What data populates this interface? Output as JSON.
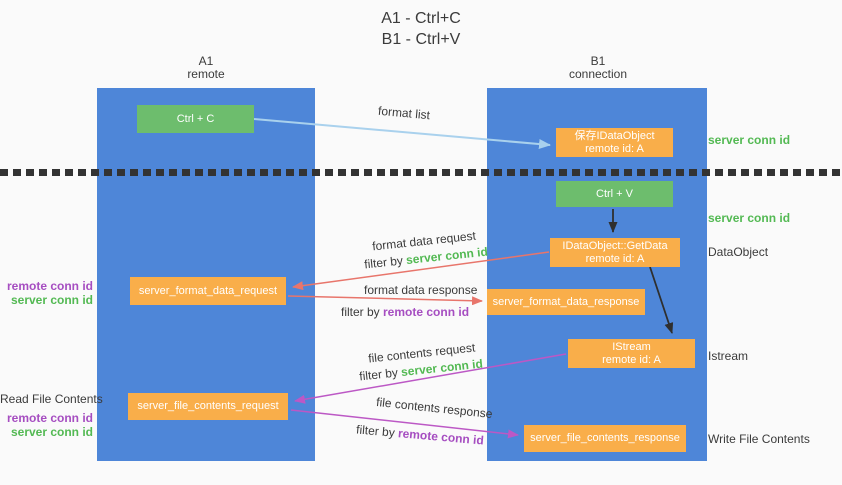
{
  "title": {
    "line1": "A1 - Ctrl+C",
    "line2": "B1 - Ctrl+V"
  },
  "columns": {
    "left": {
      "title": "A1",
      "subtitle": "remote"
    },
    "right": {
      "title": "B1",
      "subtitle": "connection"
    }
  },
  "nodes": {
    "ctrl_c": {
      "label": "Ctrl + C"
    },
    "ctrl_v": {
      "label": "Ctrl + V"
    },
    "save_dataobject": {
      "line1": "保存IDataObject",
      "line2": "remote id: A"
    },
    "getdata": {
      "line1": "IDataObject::GetData",
      "line2": "remote id: A"
    },
    "istream": {
      "line1": "IStream",
      "line2": "remote id: A"
    },
    "server_format_data_request": {
      "label": "server_format_data_request"
    },
    "server_format_data_response": {
      "label": "server_format_data_response"
    },
    "server_file_contents_request": {
      "label": "server_file_contents_request"
    },
    "server_file_contents_response": {
      "label": "server_file_contents_response"
    }
  },
  "edge_labels": {
    "format_list": "format list",
    "format_data_request": "format data request",
    "format_data_response": "format data response",
    "file_contents_request": "file contents request",
    "file_contents_response": "file contents response",
    "filter_by": "filter by ",
    "server_conn_id": "server conn id",
    "remote_conn_id": "remote conn id"
  },
  "annotations": {
    "server_conn_id": "server conn id",
    "remote_conn_id": "remote conn id",
    "dataobject": "DataObject",
    "istream": "Istream",
    "read_file_contents": "Read File Contents",
    "write_file_contents": "Write File Contents"
  },
  "colors": {
    "column_blue": "#4e86d8",
    "node_orange": "#f9ae4a",
    "node_green": "#6dbd6d",
    "accent_green": "#53b953",
    "accent_purple": "#a64ec1",
    "arrow_salmon": "#e8756b",
    "arrow_magenta": "#bc58c5",
    "arrow_lightblue": "#a9d1ed",
    "arrow_black": "#2f2f2f"
  }
}
